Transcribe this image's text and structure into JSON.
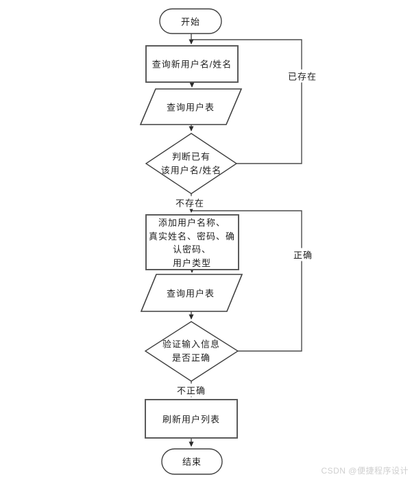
{
  "diagram": {
    "title": "user-add-flowchart",
    "nodes": {
      "start": "开始",
      "step1": "查询新用户名/姓名",
      "query1": "查询用户表",
      "decision1_line1": "判断已有",
      "decision1_line2": "该用户名/姓名",
      "step2_line1": "添加用户名称、",
      "step2_line2": "真实姓名、密码、确",
      "step2_line3": "认密码、",
      "step2_line4": "用户类型",
      "query2": "查询用户表",
      "decision2_line1": "验证输入信息",
      "decision2_line2": "是否正确",
      "step3": "刷新用户列表",
      "end": "结束"
    },
    "edge_labels": {
      "exists": "已存在",
      "not_exists": "不存在",
      "correct": "正确",
      "incorrect": "不正确"
    },
    "colors": {
      "stroke": "#4a4a4a",
      "arrow": "#2b2b2b",
      "text": "#1f1f1f",
      "background": "#ffffff",
      "watermark": "#cfcfcf"
    }
  },
  "watermark": "CSDN @便捷程序设计"
}
